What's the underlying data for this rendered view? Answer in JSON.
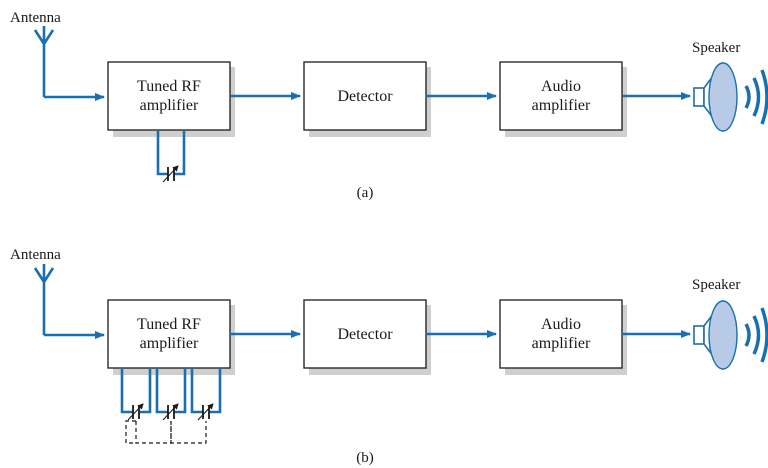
{
  "diagram_a": {
    "antenna_label": "Antenna",
    "speaker_label": "Speaker",
    "rf_line1": "Tuned RF",
    "rf_line2": "amplifier",
    "detector": "Detector",
    "audio_line1": "Audio",
    "audio_line2": "amplifier",
    "caption": "(a)"
  },
  "diagram_b": {
    "antenna_label": "Antenna",
    "speaker_label": "Speaker",
    "rf_line1": "Tuned RF",
    "rf_line2": "amplifier",
    "detector": "Detector",
    "audio_line1": "Audio",
    "audio_line2": "amplifier",
    "caption": "(b)"
  },
  "colors": {
    "wire": "#1a6fb0",
    "speaker_cone": "#b8cbe6",
    "box_shadow": "#cfcfcf"
  },
  "icons": [
    "antenna-icon",
    "speaker-icon",
    "variable-capacitor-icon",
    "sound-waves-icon"
  ]
}
